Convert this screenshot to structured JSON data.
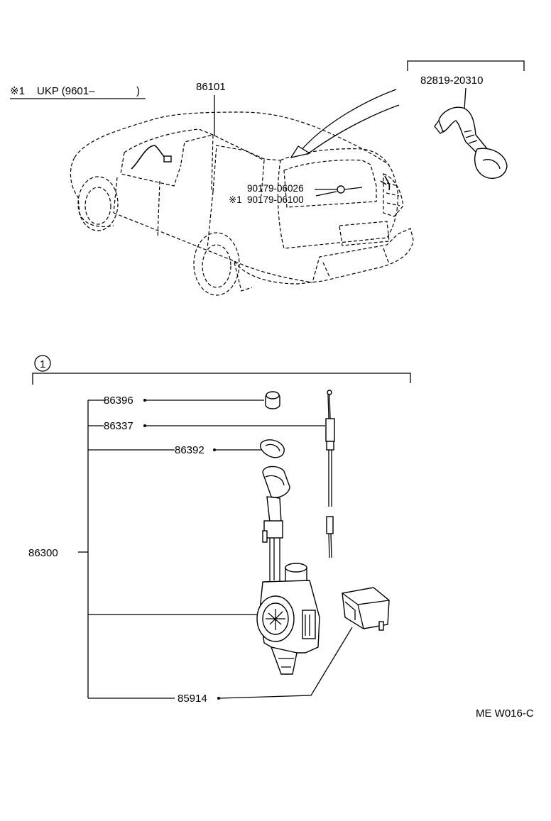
{
  "header": {
    "note_marker": "※1",
    "note_text": "UKP (9601–",
    "note_close": ")"
  },
  "vehicle": {
    "part_main": "86101",
    "hose_part": "82819-20310",
    "bolt_part_1": "90179-06026",
    "bolt_part_2_marker": "※1",
    "bolt_part_2": "90179-06100"
  },
  "detail_section": {
    "marker": "①",
    "assembly_part": "86300",
    "parts": [
      {
        "id": "86396"
      },
      {
        "id": "86337"
      },
      {
        "id": "86392"
      },
      {
        "id": "85914"
      }
    ]
  },
  "footer": {
    "diagram_code": "ME W016-C"
  }
}
